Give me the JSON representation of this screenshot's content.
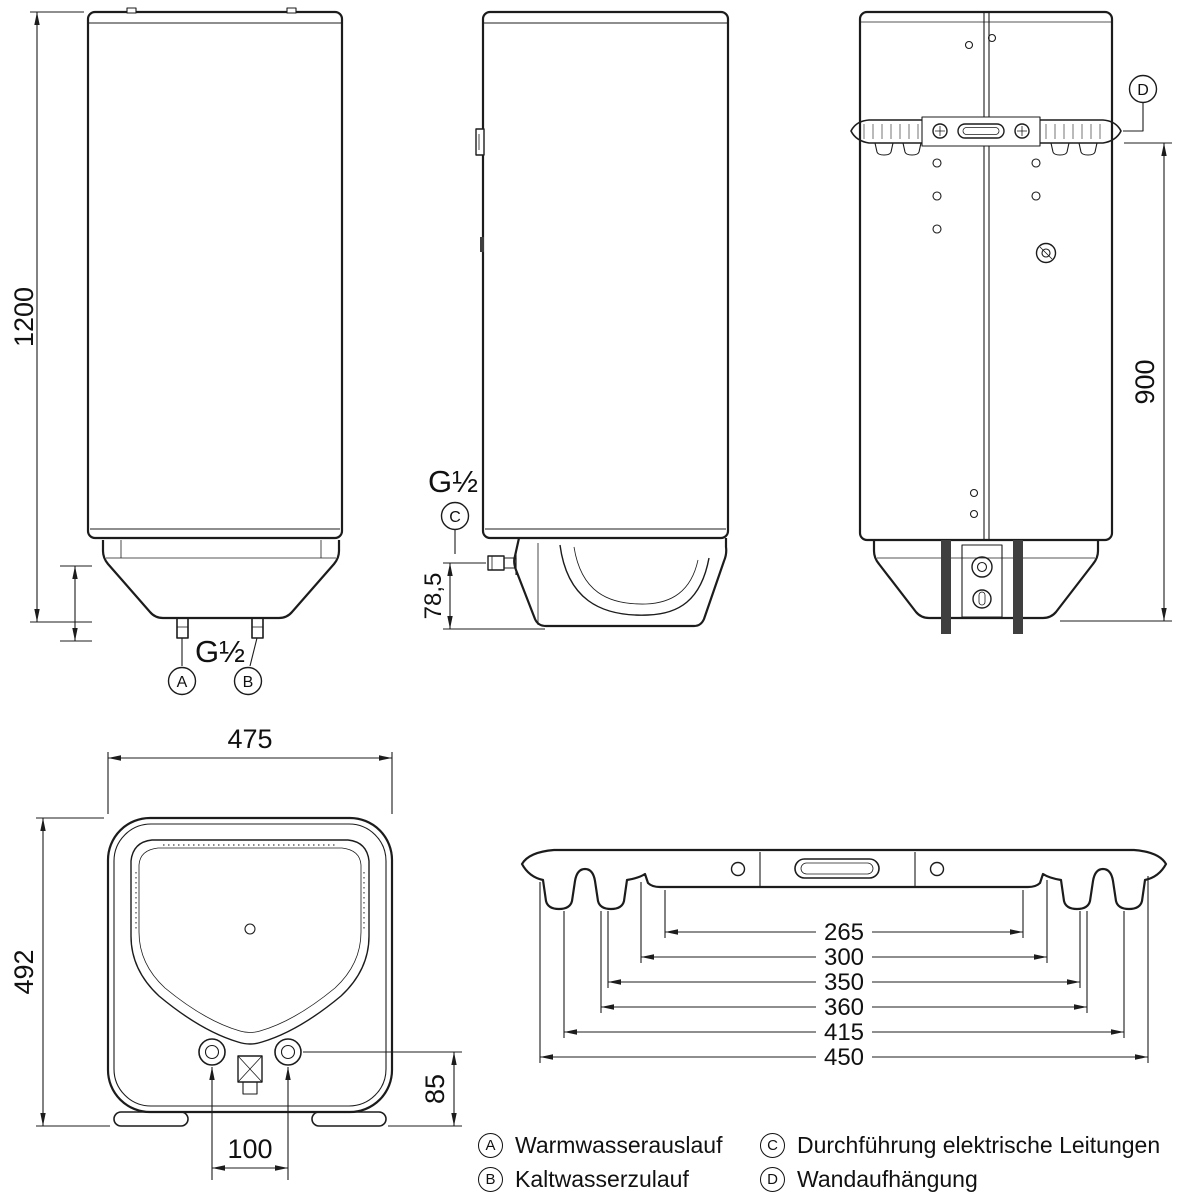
{
  "drawing": {
    "type": "water-heater-dimensional-drawing",
    "colors": {
      "ink": "#1c1c1c",
      "background": "#ffffff"
    }
  },
  "dimensions": {
    "front_total_height": "1200",
    "rear_bracket_to_bottom": "900",
    "side_connection_height": "78,5",
    "top_view_width": "475",
    "top_view_depth": "492",
    "connection_edge_offset": "85",
    "connection_spacing": "100",
    "bracket": [
      "265",
      "300",
      "350",
      "360",
      "415",
      "450"
    ]
  },
  "labels": {
    "thread_front": "G½",
    "thread_side": "G½"
  },
  "callouts": {
    "a": "A",
    "b": "B",
    "c": "C",
    "d": "D"
  },
  "legend": [
    {
      "key": "A",
      "text": "Warmwasserauslauf"
    },
    {
      "key": "B",
      "text": "Kaltwasserzulauf"
    },
    {
      "key": "C",
      "text": "Durchführung elektrische Leitungen"
    },
    {
      "key": "D",
      "text": "Wandaufhängung"
    }
  ]
}
